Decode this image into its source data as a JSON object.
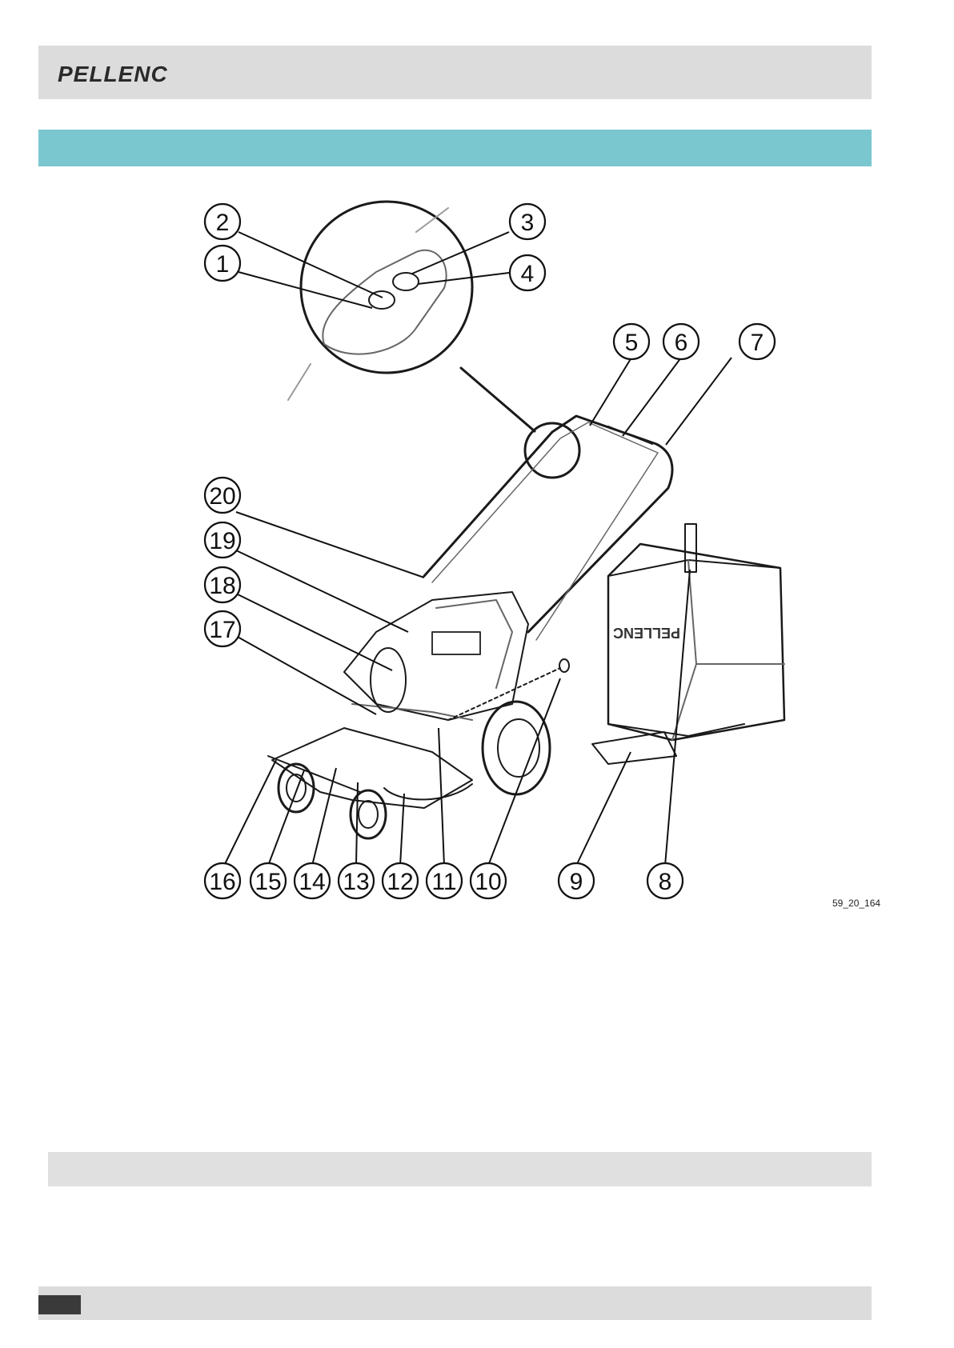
{
  "header": {
    "logo_text": "PELLENC"
  },
  "colors": {
    "header_bg": "#dcdcdc",
    "section_accent": "#7bc7cf",
    "lower_bar": "#e0e0e0",
    "footer_tab": "#3a3a3a"
  },
  "figure": {
    "reference": "59_20_164",
    "callouts": [
      "1",
      "2",
      "3",
      "4",
      "5",
      "6",
      "7",
      "8",
      "9",
      "10",
      "11",
      "12",
      "13",
      "14",
      "15",
      "16",
      "17",
      "18",
      "19",
      "20"
    ]
  }
}
